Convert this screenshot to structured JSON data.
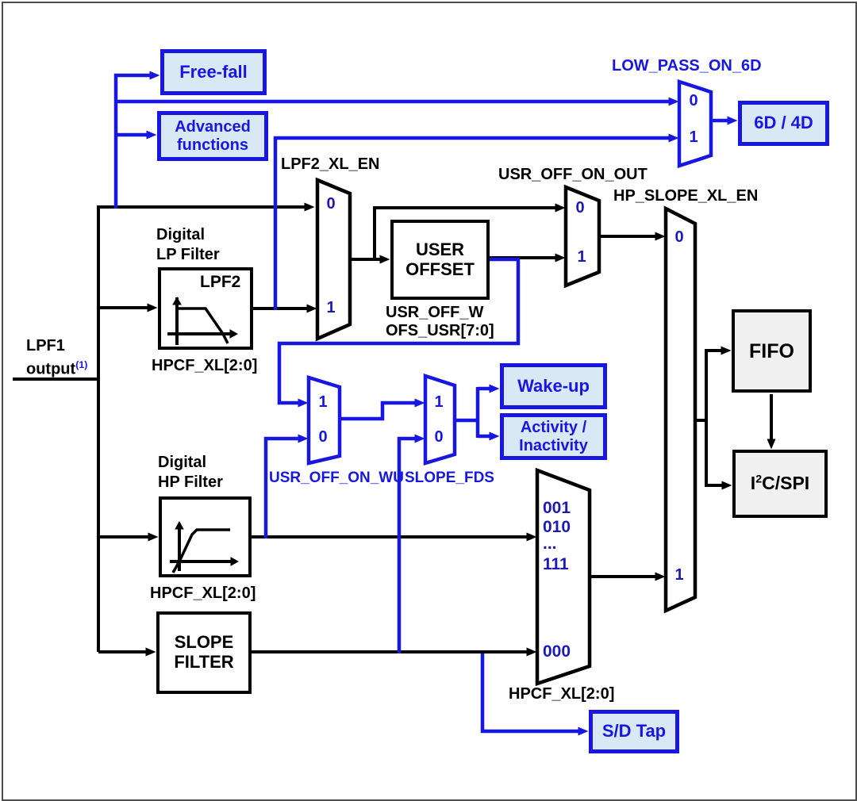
{
  "diagram": {
    "title_hint": "Accelerometer filtering chain block diagram",
    "colors": {
      "accent_blue": "#1717E0",
      "light_blue_fill": "#D9E8F5",
      "gray_fill": "#F0F0F0",
      "wire_black": "#000000",
      "mux_value_navy": "#1B1BB2"
    },
    "source": {
      "l1": "LPF1",
      "l2": "output",
      "sup": "(1)"
    },
    "boxes": {
      "free_fall": "Free-fall",
      "advanced_l1": "Advanced",
      "advanced_l2": "functions",
      "six_d": "6D / 4D",
      "wake_up": "Wake-up",
      "activity_l1": "Activity /",
      "activity_l2": "Inactivity",
      "sd_tap": "S/D Tap",
      "user_offset_l1": "USER",
      "user_offset_l2": "OFFSET",
      "slope_l1": "SLOPE",
      "slope_l2": "FILTER",
      "fifo": "FIFO",
      "i2c_pre": "I",
      "i2c_sup": "2",
      "i2c_post": "C/SPI",
      "lpf2_tag": "LPF2"
    },
    "labels": {
      "low_pass_on_6d": "LOW_PASS_ON_6D",
      "lpf2_xl_en": "LPF2_XL_EN",
      "usr_off_on_out": "USR_OFF_ON_OUT",
      "hp_slope_xl_en": "HP_SLOPE_XL_EN",
      "digital_lp_l1": "Digital",
      "digital_lp_l2": "LP Filter",
      "hpcf_lp": "HPCF_XL[2:0]",
      "usr_off_w_l1": "USR_OFF_W",
      "usr_off_w_l2": "OFS_USR[7:0]",
      "usr_off_on_wu": "USR_OFF_ON_WU",
      "slope_fds": "SLOPE_FDS",
      "digital_hp_l1": "Digital",
      "digital_hp_l2": "HP Filter",
      "hpcf_hp": "HPCF_XL[2:0]",
      "hpcf_mux": "HPCF_XL[2:0]"
    },
    "mux": {
      "low_pass": {
        "in0": "0",
        "in1": "1"
      },
      "lpf2": {
        "in0": "0",
        "in1": "1"
      },
      "usr_off_out": {
        "in0": "0",
        "in1": "1"
      },
      "hp_slope": {
        "in0": "0",
        "in1": "1"
      },
      "usr_off_wu": {
        "in_top": "1",
        "in_bottom": "0"
      },
      "slope_fds": {
        "in_top": "1",
        "in_bottom": "0"
      },
      "hpcf": {
        "v1": "001",
        "v2": "010",
        "dots": "...",
        "v3": "111",
        "v0": "000"
      }
    }
  }
}
